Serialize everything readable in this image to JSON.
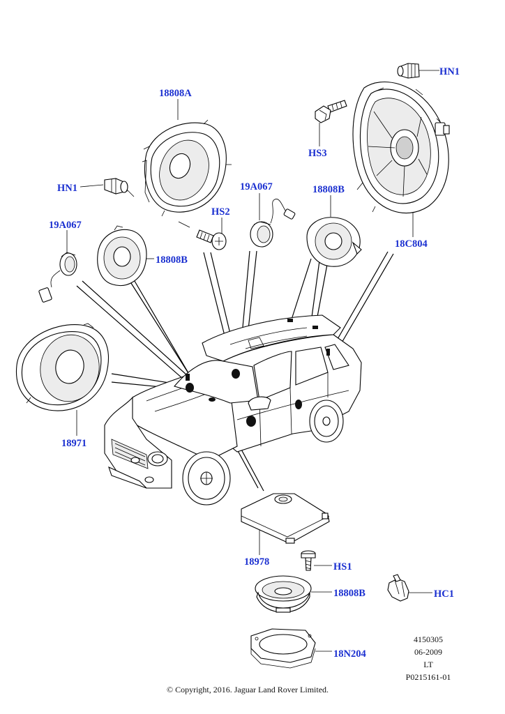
{
  "callouts": {
    "hn1_top": "HN1",
    "hs3": "HS3",
    "c18808a": "18808A",
    "hn1_left": "HN1",
    "hs2": "HS2",
    "c19a067_mid": "19A067",
    "c18808b_right": "18808B",
    "c18c804": "18C804",
    "c19a067_left": "19A067",
    "c18808b_left": "18808B",
    "c18971": "18971",
    "c18978": "18978",
    "hs1": "HS1",
    "c18808b_bottom": "18808B",
    "hc1": "HC1",
    "c18n204": "18N204"
  },
  "reference": {
    "line1": "4150305",
    "line2": "06-2009",
    "line3": "LT",
    "line4": "P0215161-01"
  },
  "copyright": "© Copyright, 2016. Jaguar Land Rover Limited.",
  "colors": {
    "callout": "#1a2fd0",
    "line": "#000000",
    "background": "#ffffff"
  }
}
